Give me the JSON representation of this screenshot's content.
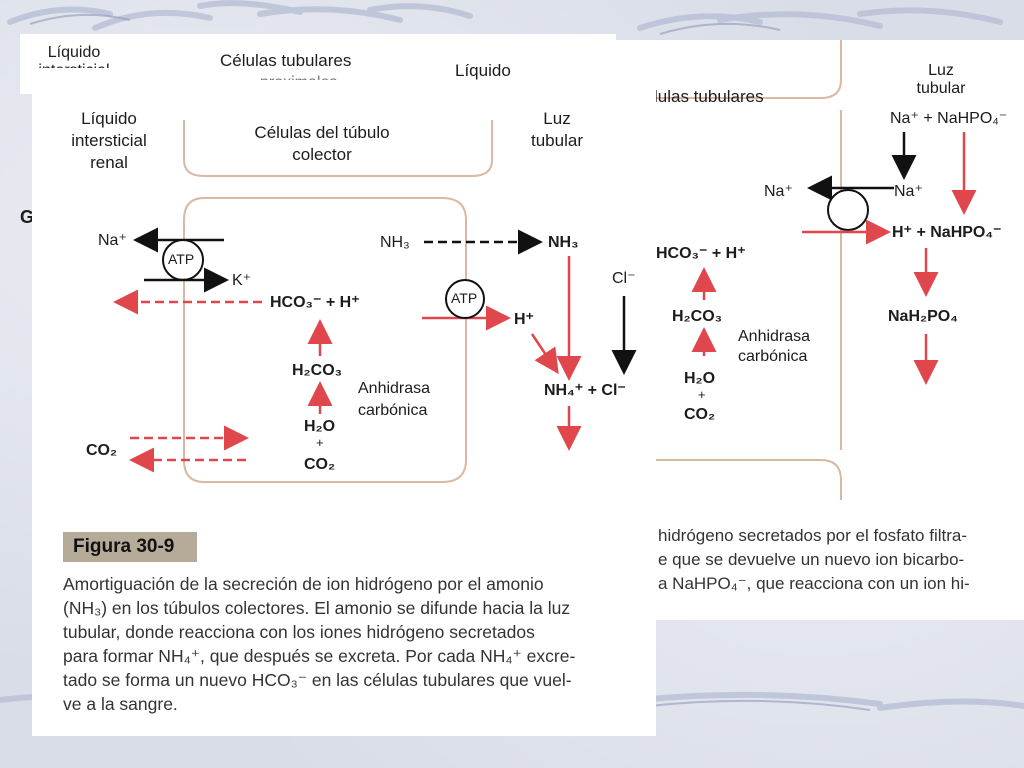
{
  "back_figure": {
    "headers": {
      "interstitial": "Líquido intersticial",
      "cells": "Células tubulares",
      "cells_cut": "proximales",
      "liquid": "Líquido",
      "g_letter": "G"
    },
    "right": {
      "cells": "lulas tubulares",
      "lumen_1": "Luz",
      "lumen_2": "tubular",
      "na_top": "Na⁺ + NaHPO₄⁻",
      "na_left": "Na⁺",
      "na_right": "Na⁺",
      "h_nahpo": "H⁺ + NaHPO₄⁻",
      "nah2po4": "NaH₂PO₄",
      "hco3_h": "HCO₃⁻ + H⁺",
      "h2co3": "H₂CO₃",
      "anhidrasa_1": "Anhidrasa",
      "anhidrasa_2": "carbónica",
      "h2o": "H₂O",
      "plus": "+",
      "co2": "CO₂"
    },
    "caption_lines": [
      "hidrógeno secretados por el fosfato filtra-",
      "e que se devuelve un nuevo ion bicarbo-",
      "a NaHPO₄⁻, que reacciona con un ion hi-"
    ]
  },
  "front_figure": {
    "headers": {
      "interstitial": [
        "Líquido",
        "intersticial",
        "renal"
      ],
      "cells": [
        "Células del túbulo",
        "colector"
      ],
      "lumen": [
        "Luz",
        "tubular"
      ]
    },
    "labels": {
      "na": "Na⁺",
      "k": "K⁺",
      "atp_left": "ATP",
      "atp_right": "ATP",
      "hco3_h": "HCO₃⁻ + H⁺",
      "nh3_cell": "NH₃",
      "nh3_lumen": "NH₃",
      "h_lumen": "H⁺",
      "cl_top": "Cl⁻",
      "nh4_cl": "NH₄⁺ + Cl⁻",
      "h2co3": "H₂CO₃",
      "anhidrasa": [
        "Anhidrasa",
        "carbónica"
      ],
      "h2o": "H₂O",
      "plus": "+",
      "co2_cell": "CO₂",
      "co2_left": "CO₂"
    },
    "figure_label": "Figura 30-9",
    "caption_lines": [
      "Amortiguación de la secreción de ion hidrógeno por el amonio",
      "(NH₃) en los túbulos colectores. El amonio se difunde hacia la luz",
      "tubular, donde reacciona con los iones hidrógeno secretados",
      "para formar NH₄⁺, que después se excreta. Por cada NH₄⁺ excre-",
      "tado se forma un nuevo HCO₃⁻ en las células tubulares que vuel-",
      "ve a la sangre."
    ]
  },
  "colors": {
    "arrow_red": "#e0474c",
    "membrane": "#d9b9a4",
    "caption_bar": "#b6ab98"
  }
}
